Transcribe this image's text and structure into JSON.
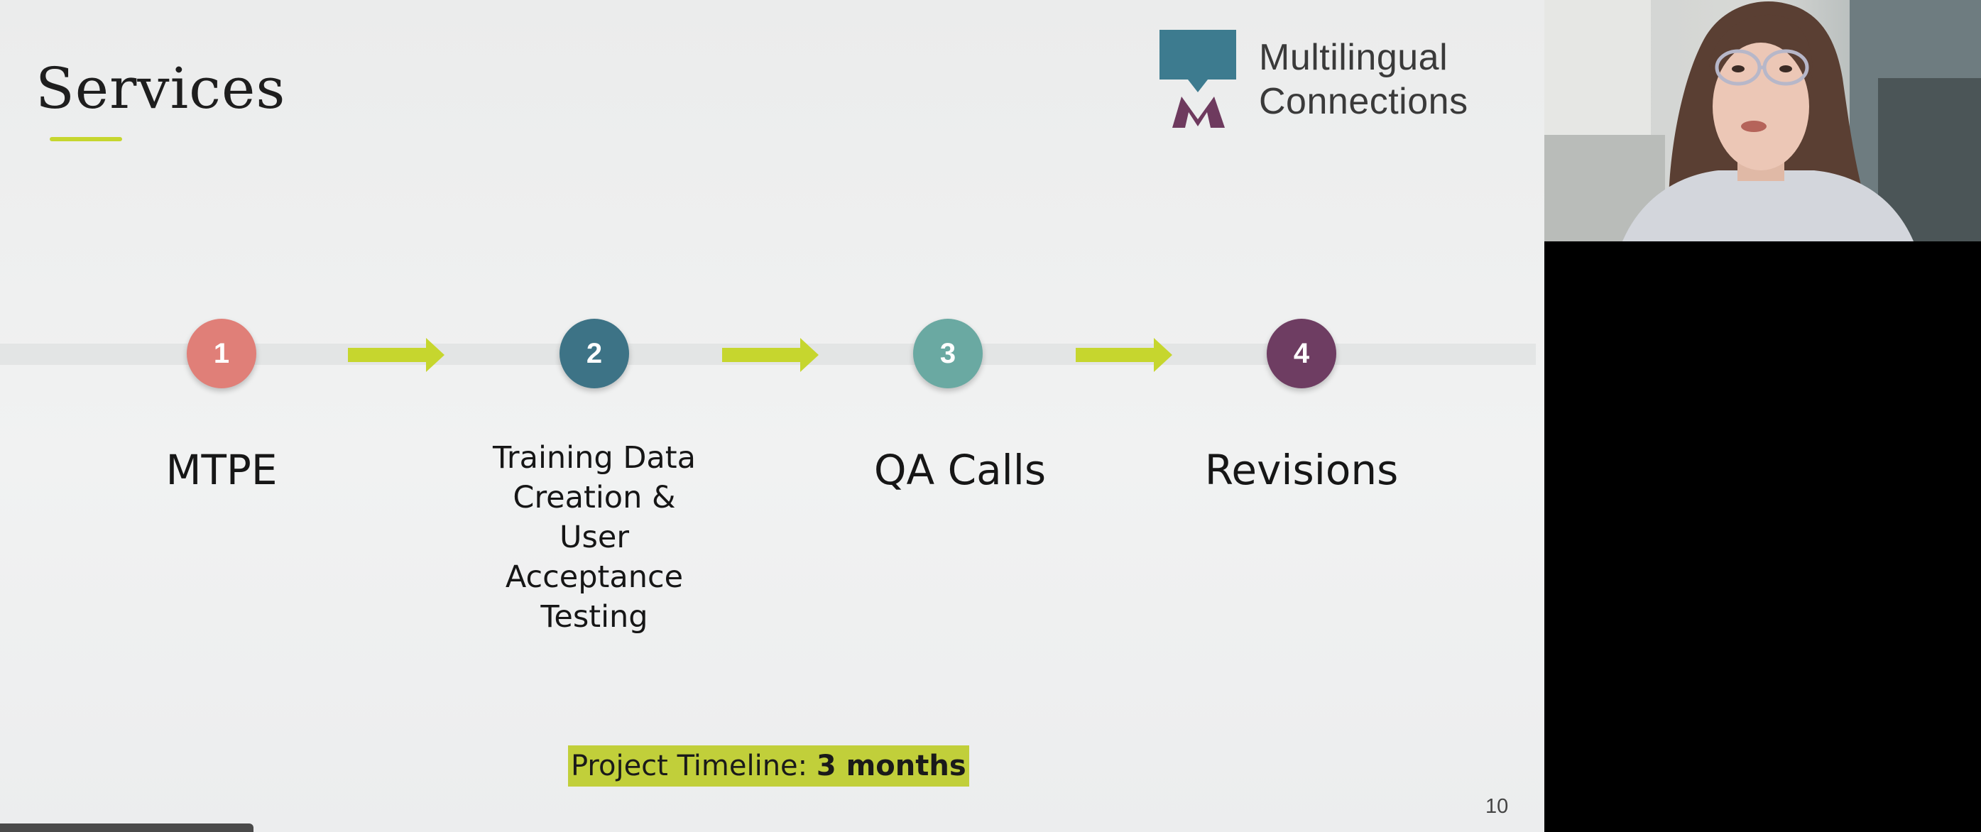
{
  "slide": {
    "title": "Services",
    "logo": {
      "line1": "Multilingual",
      "line2": "Connections",
      "colors": {
        "mark_top": "#3d7b8f",
        "mark_bottom": "#6e3a5e"
      }
    },
    "accent_color": "#c6d62e",
    "steps": [
      {
        "number": "1",
        "label": "MTPE",
        "color": "#e07f78"
      },
      {
        "number": "2",
        "label_lines": [
          "Training Data",
          "Creation &",
          "User",
          "Acceptance",
          "Testing"
        ],
        "color": "#3d7386"
      },
      {
        "number": "3",
        "label": "QA Calls",
        "color": "#6aa9a2"
      },
      {
        "number": "4",
        "label": "Revisions",
        "color": "#6e3d62"
      }
    ],
    "arrow_icon": "right-arrow-icon",
    "timeline_prefix": "Project Timeline: ",
    "timeline_value": "3 months",
    "page_number": "10"
  },
  "video": {
    "participant_icon": "webcam-participant"
  }
}
